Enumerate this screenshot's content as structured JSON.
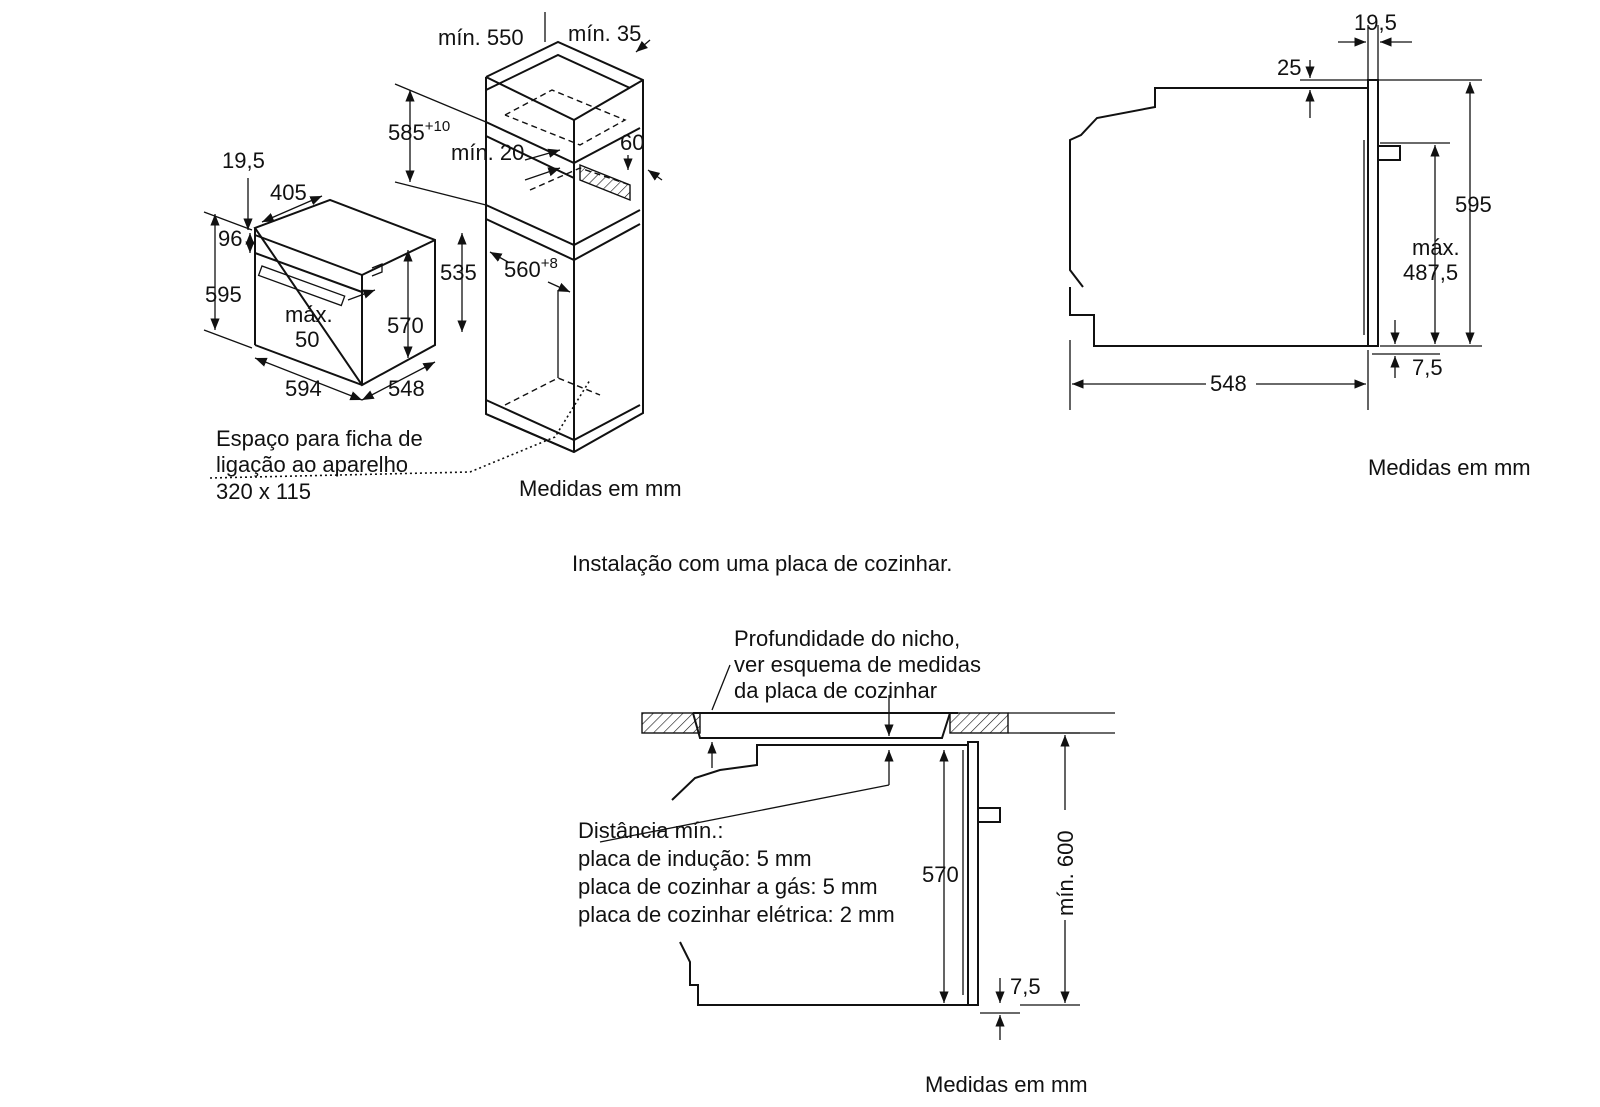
{
  "diagram1": {
    "labels": {
      "min550": "mín. 550",
      "min35": "mín. 35",
      "d585": "585",
      "d585_sup": "+10",
      "min20": "mín. 20",
      "d60": "60",
      "d19_5": "19,5",
      "d405": "405",
      "d96": "96",
      "d595": "595",
      "d535": "535",
      "d560": "560",
      "d560_sup": "+8",
      "max50_a": "máx.",
      "max50_b": "50",
      "d570": "570",
      "d594": "594",
      "d548": "548"
    },
    "note_line1": "Espaço para ficha de",
    "note_line2": "ligação ao aparelho",
    "note_line3": "320 x 115",
    "units": "Medidas em mm"
  },
  "diagram2": {
    "labels": {
      "d19_5": "19,5",
      "d25": "25",
      "d595": "595",
      "max_a": "máx.",
      "max_b": "487,5",
      "d548": "548",
      "d7_5": "7,5"
    },
    "units": "Medidas em mm"
  },
  "section_title": "Instalação com uma placa de cozinhar.",
  "diagram3": {
    "niche_line1": "Profundidade do nicho,",
    "niche_line2": "ver esquema de medidas",
    "niche_line3": "da placa de cozinhar",
    "dist_title": "Distância mín.:",
    "dist_line1": "placa de indução: 5 mm",
    "dist_line2": "placa de cozinhar a gás: 5 mm",
    "dist_line3": "placa de cozinhar elétrica: 2 mm",
    "d570": "570",
    "min600": "mín. 600",
    "d7_5": "7,5",
    "units": "Medidas em mm"
  }
}
